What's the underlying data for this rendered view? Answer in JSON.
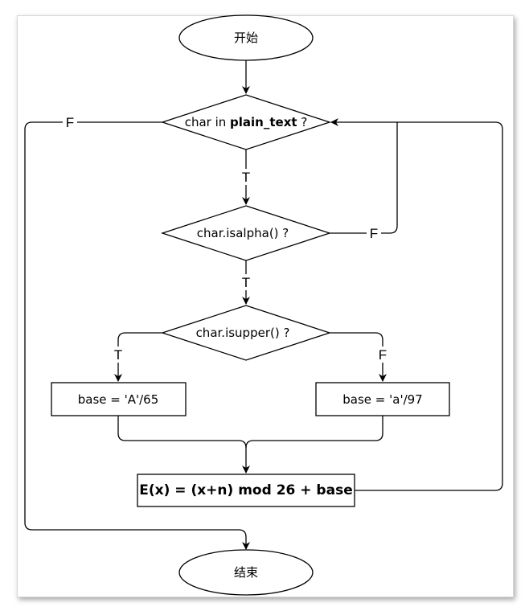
{
  "nodes": {
    "start": "开始",
    "cond1_prefix": "char in ",
    "cond1_var": "plain_text",
    "cond1_suffix": " ?",
    "cond2": "char.isalpha() ?",
    "cond3": "char.isupper() ?",
    "base_upper": "base = 'A'/65",
    "base_lower": "base = 'a'/97",
    "encrypt": "E(x) = (x+n) mod 26 + base",
    "end": "结束"
  },
  "edge_labels": {
    "cond1_true": "T",
    "cond1_false": "F",
    "cond2_true": "T",
    "cond2_false": "F",
    "cond3_true": "T",
    "cond3_false": "F"
  }
}
